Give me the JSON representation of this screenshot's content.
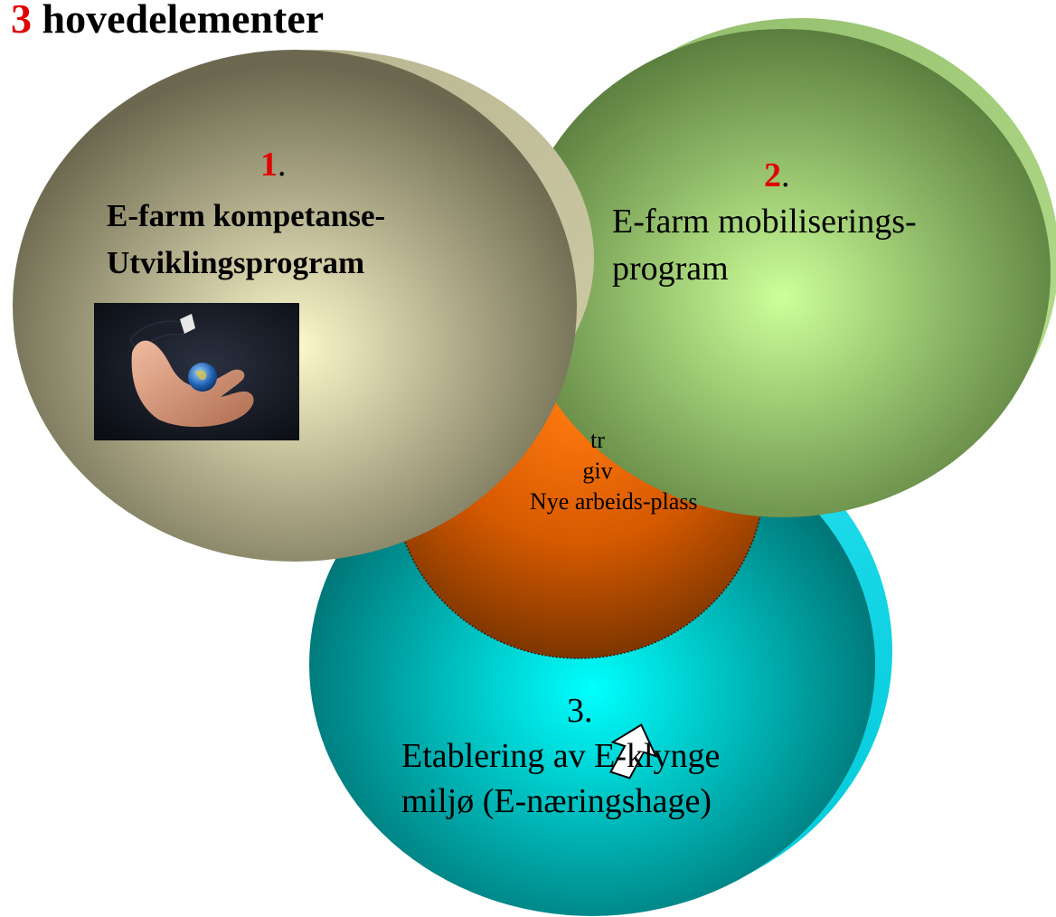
{
  "title": {
    "number": "3",
    "text": " hovedelementer"
  },
  "circles": {
    "c1": {
      "number": "1",
      "punct": ".",
      "line1": "E-farm kompetanse-",
      "line2": "Utviklingsprogram"
    },
    "c2": {
      "number": "2",
      "punct": ".",
      "line1": "E-farm mobiliserings-",
      "line2": "program"
    },
    "center": {
      "line1": "tr",
      "line2": "giv",
      "line3": "Nye arbeids-plass"
    },
    "c3": {
      "number": "3.",
      "line1": "Etablering av E-klynge",
      "line2": "miljø (E-næringshage)"
    }
  },
  "colors": {
    "title_number": "#e00000",
    "c1_center": "#fbf6c8",
    "c1_edge": "#6d6a52",
    "c2_center": "#ccff99",
    "c2_edge": "#587a3c",
    "c3_center": "#00ffff",
    "c3_edge": "#007070",
    "center_orange": "#ff6a00",
    "center_dark": "#7a3500"
  },
  "icons": {
    "photo": "hand-holding-globe-icon",
    "arrow": "cursor-arrow-icon"
  }
}
